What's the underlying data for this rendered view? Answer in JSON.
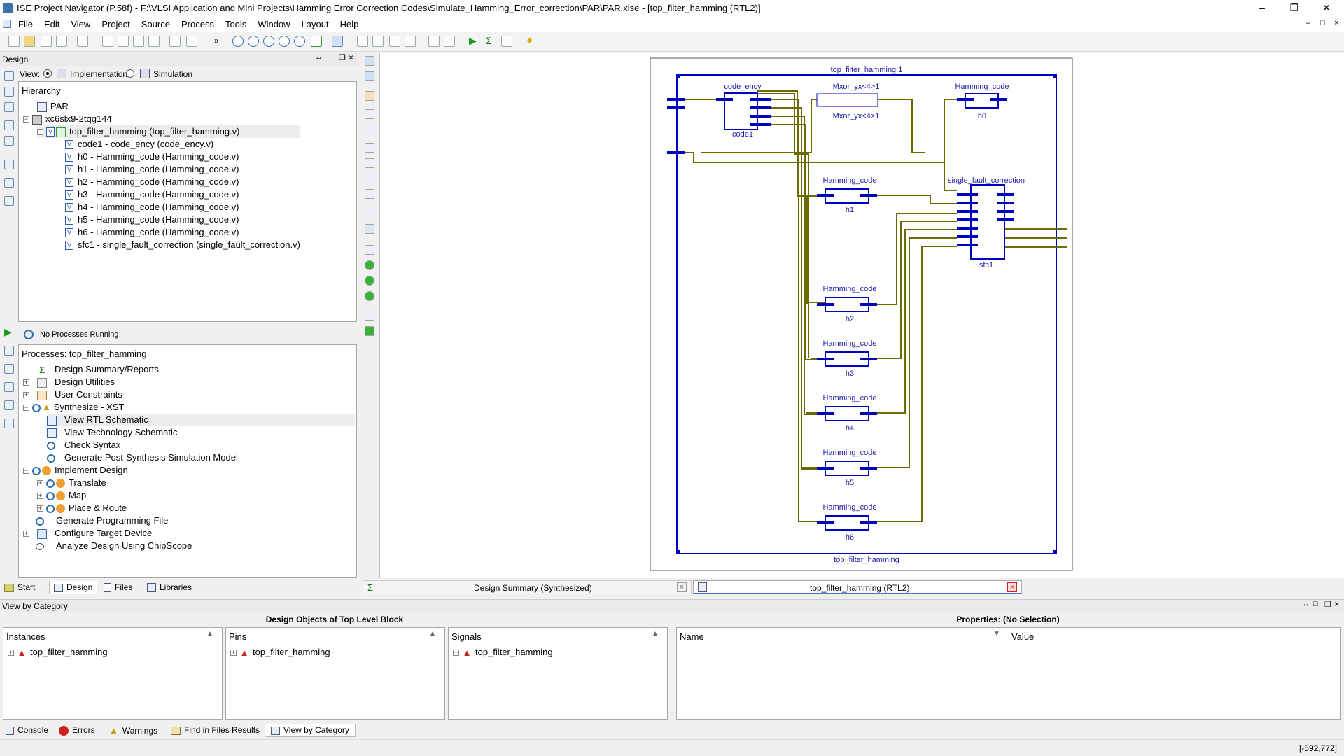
{
  "window": {
    "title": "ISE Project Navigator (P.58f) - F:\\VLSI Application and Mini Projects\\Hamming Error Correction Codes\\Simulate_Hamming_Error_correction\\PAR\\PAR.xise - [top_filter_hamming (RTL2)]",
    "minimize": "–",
    "restore": "❐",
    "close": "✕"
  },
  "menu": [
    "File",
    "Edit",
    "View",
    "Project",
    "Source",
    "Process",
    "Tools",
    "Window",
    "Layout",
    "Help"
  ],
  "design_panel": {
    "title": "Design",
    "view_label": "View:",
    "impl_label": "Implementation",
    "sim_label": "Simulation",
    "hierarchy_label": "Hierarchy",
    "tree": [
      {
        "label": "PAR"
      },
      {
        "label": "xc6slx9-2tqg144"
      },
      {
        "label": "top_filter_hamming (top_filter_hamming.v)"
      },
      {
        "label": "code1 - code_ency (code_ency.v)"
      },
      {
        "label": "h0 - Hamming_code (Hamming_code.v)"
      },
      {
        "label": "h1 - Hamming_code (Hamming_code.v)"
      },
      {
        "label": "h2 - Hamming_code (Hamming_code.v)"
      },
      {
        "label": "h3 - Hamming_code (Hamming_code.v)"
      },
      {
        "label": "h4 - Hamming_code (Hamming_code.v)"
      },
      {
        "label": "h5 - Hamming_code (Hamming_code.v)"
      },
      {
        "label": "h6 - Hamming_code (Hamming_code.v)"
      },
      {
        "label": "sfc1 - single_fault_correction (single_fault_correction.v)"
      }
    ]
  },
  "process_panel": {
    "status": "No Processes Running",
    "title": "Processes: top_filter_hamming",
    "items": [
      {
        "label": "Design Summary/Reports"
      },
      {
        "label": "Design Utilities"
      },
      {
        "label": "User Constraints"
      },
      {
        "label": "Synthesize - XST"
      },
      {
        "label": "View RTL Schematic"
      },
      {
        "label": "View Technology Schematic"
      },
      {
        "label": "Check Syntax"
      },
      {
        "label": "Generate Post-Synthesis Simulation Model"
      },
      {
        "label": "Implement Design"
      },
      {
        "label": "Translate"
      },
      {
        "label": "Map"
      },
      {
        "label": "Place & Route"
      },
      {
        "label": "Generate Programming File"
      },
      {
        "label": "Configure Target Device"
      },
      {
        "label": "Analyze Design Using ChipScope"
      }
    ]
  },
  "left_tabs": [
    "Start",
    "Design",
    "Files",
    "Libraries"
  ],
  "doc_tabs": [
    {
      "label": "Design Summary (Synthesized)"
    },
    {
      "label": "top_filter_hamming (RTL2)"
    }
  ],
  "schematic": {
    "instance_title": "top_filter_hamming:1",
    "bottom_title": "top_filter_hamming",
    "blocks": [
      {
        "type": "code_ency",
        "inst": "code1"
      },
      {
        "type": "Mxor_yx<4>1",
        "inst": "Mxor_yx<4>1"
      },
      {
        "type": "Hamming_code",
        "inst": "h0"
      },
      {
        "type": "Hamming_code",
        "inst": "h1"
      },
      {
        "type": "single_fault_correction",
        "inst": "sfc1"
      },
      {
        "type": "Hamming_code",
        "inst": "h2"
      },
      {
        "type": "Hamming_code",
        "inst": "h3"
      },
      {
        "type": "Hamming_code",
        "inst": "h4"
      },
      {
        "type": "Hamming_code",
        "inst": "h5"
      },
      {
        "type": "Hamming_code",
        "inst": "h6"
      }
    ]
  },
  "bottom": {
    "view_by_category": "View by Category",
    "objects_title": "Design Objects of Top Level Block",
    "properties_title": "Properties: (No Selection)",
    "instances": {
      "header": "Instances",
      "item": "top_filter_hamming"
    },
    "pins": {
      "header": "Pins",
      "item": "top_filter_hamming"
    },
    "signals": {
      "header": "Signals",
      "item": "top_filter_hamming"
    },
    "prop_name": "Name",
    "prop_value": "Value"
  },
  "status_tabs": [
    "Console",
    "Errors",
    "Warnings",
    "Find in Files Results",
    "View by Category"
  ],
  "coords": "[-592,772]",
  "colors": {
    "wire": "#6b6b00",
    "block": "#0000c0",
    "label": "#1a1aa8"
  }
}
